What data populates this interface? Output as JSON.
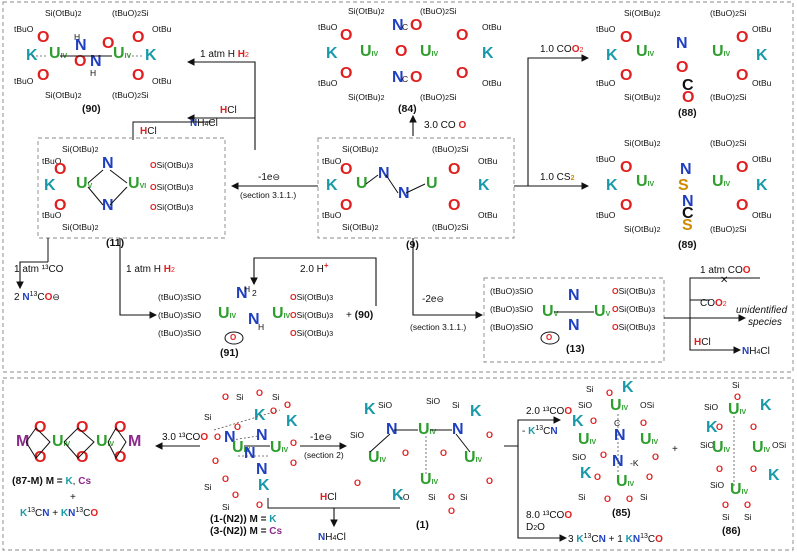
{
  "compounds": {
    "c90": {
      "label": "(90)"
    },
    "c84": {
      "label": "(84)"
    },
    "c88": {
      "label": "(88)"
    },
    "c89": {
      "label": "(89)"
    },
    "c11": {
      "label": "(11)"
    },
    "c9": {
      "label": "(9)"
    },
    "c91": {
      "label": "(91)"
    },
    "c13": {
      "label": "(13)"
    },
    "c1": {
      "label": "(1)"
    },
    "c85": {
      "label": "(85)"
    },
    "c86": {
      "label": "(86)"
    },
    "c87": {
      "label": "(87-M)",
      "suffix": " M = K, Cs"
    },
    "c1N2": {
      "label": "(1-(N",
      "mid": "2",
      "end": "))",
      "suffix": " M = K"
    },
    "c3N2": {
      "label": "(3-(N",
      "mid": "2",
      "end": "))",
      "suffix": " M = Cs"
    }
  },
  "conditions": {
    "h2_to_90": "1 atm H",
    "hcl_90": "HCl",
    "hcl_11": "HCl",
    "nh4cl_top": "NH",
    "co_to_84": "3.0 CO",
    "co2_to_88": "1.0 CO",
    "cs2_to_89": "1.0 CS",
    "minus_e_to_11": "-1e",
    "section_311a": "(section 3.1.1.)",
    "co13_from_11": "1 atm ¹³CO",
    "h2_from_11": "1 atm H",
    "product_n13co": "2 N¹³CO",
    "hplus_to_91": "2.0 H",
    "plus_90": "+ (90)",
    "minus_2e_to_13": "-2e",
    "section_311b": "(section 3.1.1.)",
    "co_13_no": "1 atm CO",
    "co2_13": "CO",
    "unidentified": "unidentified",
    "species": "species",
    "hcl_13": "HCl",
    "nh4cl_13": "NH",
    "co13_to_87": "3.0 ¹³CO",
    "plus_sign": "+",
    "kcn_kco": "K¹³CN + KN¹³CO",
    "minus_e_to_1": "-1e",
    "section_2": "(section 2)",
    "hcl_bottom": "HCl",
    "nh4cl_bottom": "NH",
    "co13_to_85": "2.0 ¹³CO",
    "minus_k13cn": "- K¹³CN",
    "co13_8": "8.0 ¹³CO",
    "d2o": "D",
    "final_products": "3 K¹³CN + 1 KN¹³CO",
    "plus_85_86": "+"
  },
  "ligand_text": {
    "si_otbu2": "Si(O",
    "tbu": "tBu)",
    "tbuo2si": "(tBuO)",
    "tbuo3si": "(tBuO)",
    "osi_otbu3": "OSi(O",
    "sio": "SiO",
    "osi": "OSi",
    "si": "Si",
    "tbuo": "tBuO",
    "otbu": "OtBu"
  },
  "colors": {
    "uranium": "#2f9e2f",
    "potassium": "#1a9aa8",
    "oxygen": "#e02020",
    "nitrogen": "#1f3fc0",
    "sulfur": "#d08a00",
    "metal_M": "#8a2a8a"
  }
}
